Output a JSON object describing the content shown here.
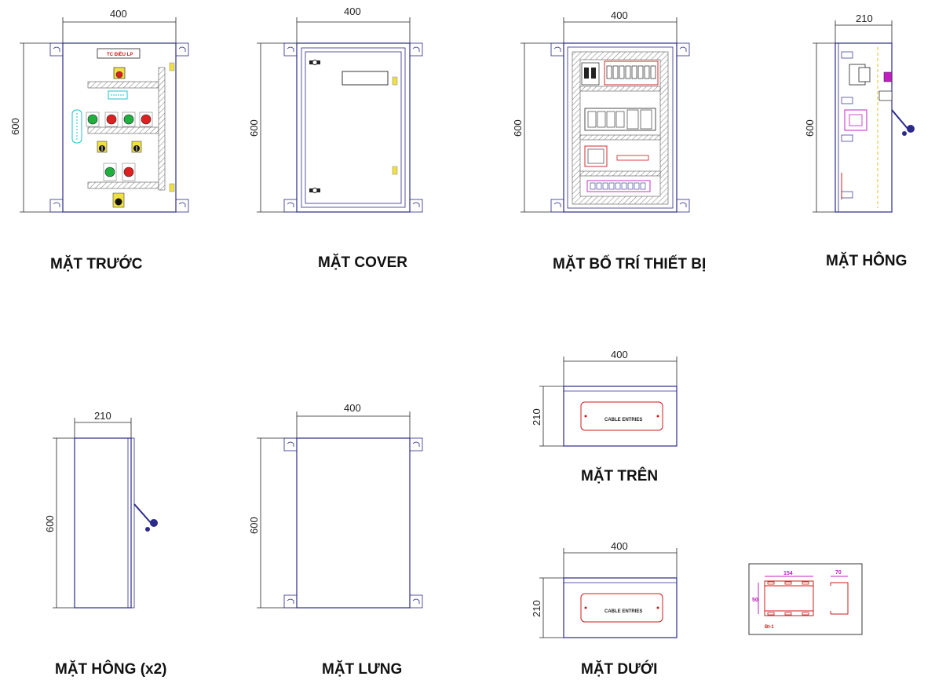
{
  "views": {
    "front": {
      "title": "MẶT TRƯỚC",
      "width_dim": "400",
      "height_dim": "600",
      "nameplate": "TC ĐIỀU LP"
    },
    "cover": {
      "title": "MẶT COVER",
      "width_dim": "400",
      "height_dim": "600"
    },
    "layout": {
      "title": "MẶT BỐ TRÍ THIẾT BỊ",
      "width_dim": "400",
      "height_dim": "600"
    },
    "side": {
      "title": "MẶT HÔNG",
      "width_dim": "210",
      "height_dim": "600"
    },
    "side_x2": {
      "title": "MẶT HÔNG (x2)",
      "width_dim": "210",
      "height_dim": "600"
    },
    "back": {
      "title": "MẶT LƯNG",
      "width_dim": "400",
      "height_dim": "600"
    },
    "top": {
      "title": "MẶT TRÊN",
      "width_dim": "400",
      "height_dim": "210",
      "cable_label": "CABLE ENTRIES"
    },
    "bottom": {
      "title": "MẶT DƯỚI",
      "width_dim": "400",
      "height_dim": "210",
      "cable_label": "CABLE ENTRIES"
    },
    "bracket": {
      "width_dim": "154",
      "depth_dim": "70",
      "height_dim": "50",
      "label": "Bt-1"
    }
  },
  "colors": {
    "frame": "#2a2a8a",
    "red_lamp": "#e02020",
    "green_lamp": "#20b040",
    "yellow": "#f0e040",
    "magenta": "#c020c0",
    "cyan": "#20c0d0"
  }
}
